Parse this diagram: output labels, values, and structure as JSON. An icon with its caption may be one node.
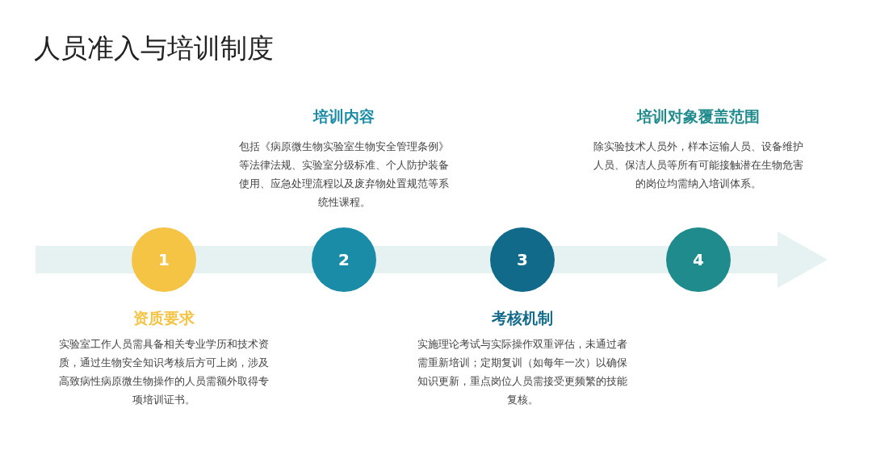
{
  "diagram": {
    "title": "人员准入与培训制度",
    "nodes": [
      {
        "text": [
          "1",
          "资质要求",
          "实验室工作人员需具备相关专业学历和技术资质，通过生物安全知识考核后方可上岗，涉及高致病性病原微生物操作的人员需额外取得专项培训证书。"
        ]
      },
      {
        "text": [
          "培训内容",
          "包括《病原微生物实验室生物安全管理条例》等法律法规、实验室分级标准、个人防护装备使用、应急处理流程以及废弃物处置规范等系统性课程。",
          "2"
        ]
      },
      {
        "text": [
          "3",
          "考核机制",
          "实施理论考试与实际操作双重评估，未通过者需重新培训；定期复训（如每年一次）以确保知识更新，重点岗位人员需接受更频繁的技能复核。"
        ]
      },
      {
        "text": [
          "培训对象覆盖范围",
          "除实验技术人员外，样本运输人员、设备维护人员、保洁人员等所有可能接触潜在生物危害的岗位均需纳入培训体系。",
          "4"
        ]
      }
    ],
    "edges": []
  }
}
